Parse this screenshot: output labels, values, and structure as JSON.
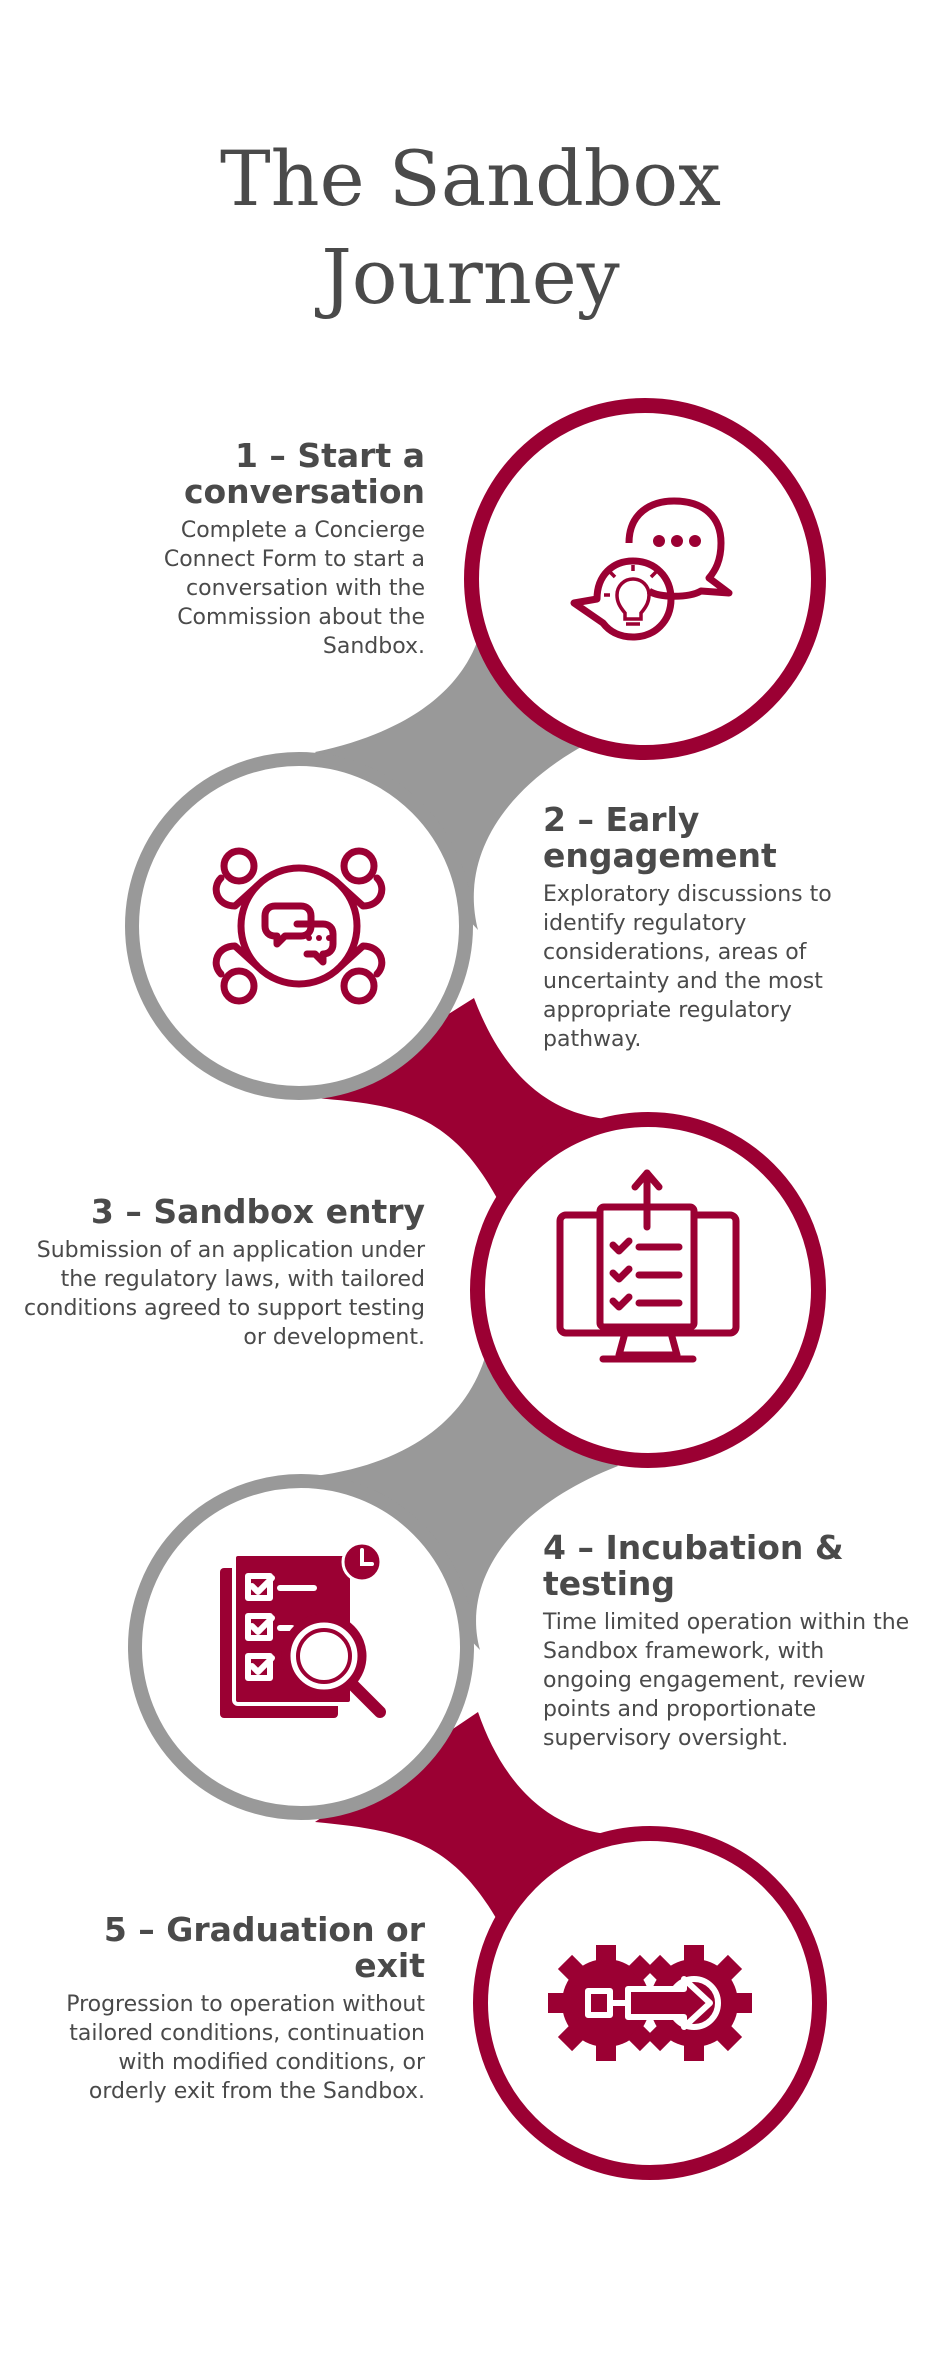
{
  "title_line1": "The Sandbox",
  "title_line2": "Journey",
  "colors": {
    "accent": "#9b0033",
    "gray": "#999999",
    "text": "#4a4a4a"
  },
  "steps": [
    {
      "heading": "1 – Start a conversation",
      "body": "Complete a Concierge Connect Form to start a conversation with the Commission about the Sandbox.",
      "icon": "chat-lightbulb-icon"
    },
    {
      "heading": "2 – Early engagement",
      "body": "Exploratory discussions to identify regulatory considerations, areas of uncertainty and the most appropriate regulatory pathway.",
      "icon": "group-discussion-icon"
    },
    {
      "heading": "3 – Sandbox entry",
      "body": "Submission of an application under the regulatory laws, with tailored conditions agreed to support testing or development.",
      "icon": "monitor-checklist-upload-icon"
    },
    {
      "heading": "4 – Incubation & testing",
      "body": "Time limited operation within the Sandbox framework, with ongoing engagement, review points and proportionate supervisory oversight.",
      "icon": "checklist-magnifier-clock-icon"
    },
    {
      "heading": "5 – Graduation or exit",
      "body": "Progression to operation without tailored conditions, continuation with modified conditions, or orderly exit from the Sandbox.",
      "icon": "gears-arrow-icon"
    }
  ]
}
